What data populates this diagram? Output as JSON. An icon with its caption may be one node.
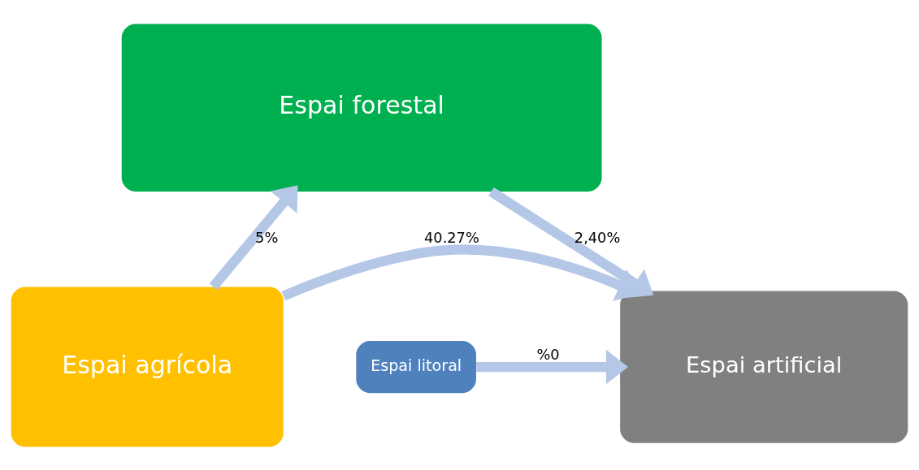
{
  "diagram": {
    "nodes": [
      {
        "text": [
          "Espai forestal"
        ]
      },
      {
        "text": [
          "Espai agrícola"
        ]
      },
      {
        "text": [
          "Espai artificial"
        ]
      },
      {
        "text": [
          "Espai litoral"
        ]
      }
    ],
    "edges": [
      {
        "from": 1,
        "to": 0,
        "arrow": "to",
        "label": "5%"
      },
      {
        "from": 0,
        "to": 2,
        "arrow": "to",
        "label": "2,40%"
      },
      {
        "from": 1,
        "to": 2,
        "arrow": "to",
        "label": "40.27%"
      },
      {
        "from": 3,
        "to": 2,
        "arrow": "to",
        "label": "%0"
      }
    ]
  }
}
